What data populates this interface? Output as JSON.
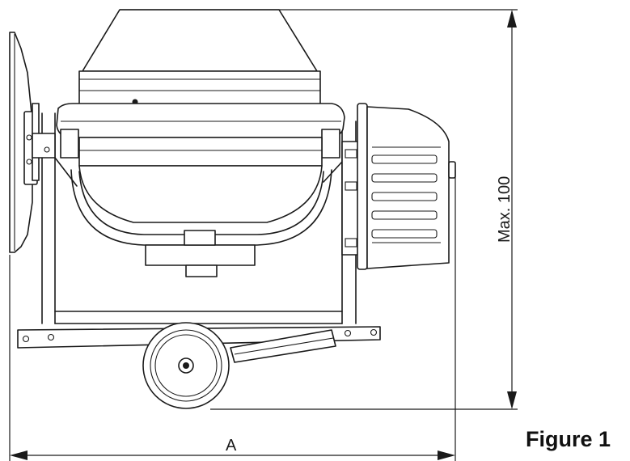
{
  "diagram": {
    "dimension_width_label": "A",
    "dimension_height_label": "Max. 100",
    "figure_caption": "Figure 1"
  },
  "colors": {
    "line": "#1a1a1a",
    "background": "#ffffff"
  }
}
